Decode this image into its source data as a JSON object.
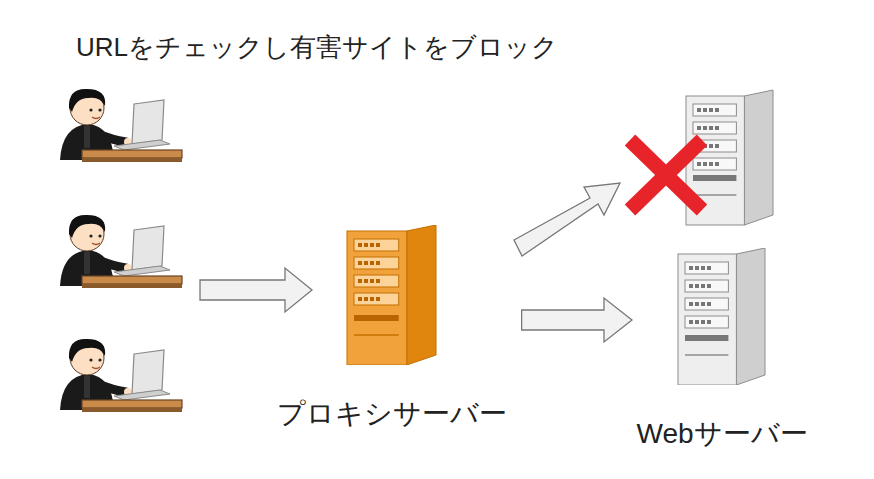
{
  "diagram": {
    "title": "URLをチェックし有害サイトをブロック",
    "nodes": [
      {
        "text": [
          "プロキシサーバー"
        ]
      },
      {
        "text": [
          "Webサーバー"
        ]
      }
    ],
    "edges": [
      {
        "from": 0,
        "to": 1,
        "arrow": "to"
      }
    ]
  }
}
